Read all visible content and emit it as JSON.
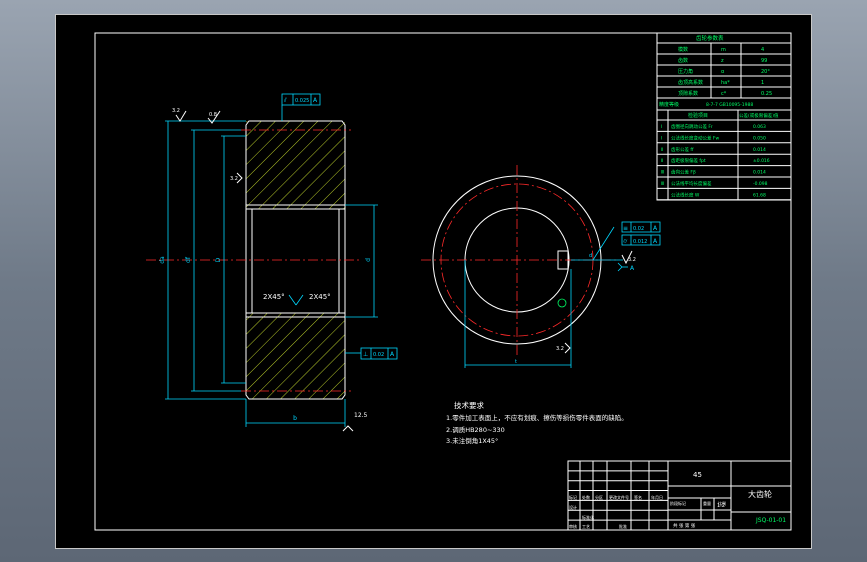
{
  "drawing": {
    "notes_title": "技术要求",
    "notes": [
      "1.零件加工表面上，不应有划痕、擦伤等损伤零件表面的缺陷。",
      "2.调质HB280~330",
      "3.未注倒角1X45°"
    ],
    "chamfer_left": "2X45°",
    "chamfer_right": "2X45°",
    "roughness_small": "0.8",
    "roughness_top": "3.2",
    "roughness_general": "12.5",
    "dim_width": "b",
    "dim_outer": "da",
    "dim_root": "df",
    "dim_bore": "d",
    "dim_hub": "D",
    "dim_bore_r": "d",
    "dim_key": "t",
    "fcf_top": [
      "⫽",
      "0.025",
      "A"
    ],
    "fcf_mid": [
      "⊥",
      "0.02",
      "A"
    ],
    "fcf_right1": [
      "≡",
      "0.02",
      "A"
    ],
    "fcf_right2": [
      "⌭",
      "0.012",
      "A"
    ],
    "datum_label": "A"
  },
  "param_table": {
    "title": "齿轮参数表",
    "rows": [
      [
        "模数",
        "m",
        "4"
      ],
      [
        "齿数",
        "z",
        "99"
      ],
      [
        "压力角",
        "α",
        "20°"
      ],
      [
        "齿顶高系数",
        "ha*",
        "1"
      ],
      [
        "顶隙系数",
        "c*",
        "0.25"
      ]
    ],
    "grade_label": "精度等级",
    "grade_value": "8-7-7 GB10095-1988",
    "check_header": [
      "检验项目",
      "公差(或极限偏差)值"
    ],
    "checks": [
      [
        "Ⅰ",
        "齿圈径向跳动公差 Fr",
        "0.063"
      ],
      [
        "Ⅰ",
        "公法线长度变动公差 Fw",
        "0.050"
      ],
      [
        "Ⅱ",
        "齿形公差 ff",
        "0.014"
      ],
      [
        "Ⅱ",
        "齿距极限偏差 fpt",
        "±0.016"
      ],
      [
        "Ⅲ",
        "齿向公差 Fβ",
        "0.014"
      ],
      [
        "Ⅲ",
        "公法线平均长度偏差",
        "-0.098"
      ],
      [
        "",
        "公法线长度 W",
        "61.68"
      ]
    ]
  },
  "title_block": {
    "material": "45",
    "part_name": "大齿轮",
    "drawing_no": "JSQ-01-01",
    "scale": "1:2",
    "sheet": "共 张 第 张",
    "labels": [
      "标记",
      "处数",
      "分区",
      "更改文件号",
      "签名",
      "年月日",
      "设计",
      "标准化",
      "审核",
      "工艺",
      "批准",
      "阶段标记",
      "重量",
      "比例"
    ]
  }
}
